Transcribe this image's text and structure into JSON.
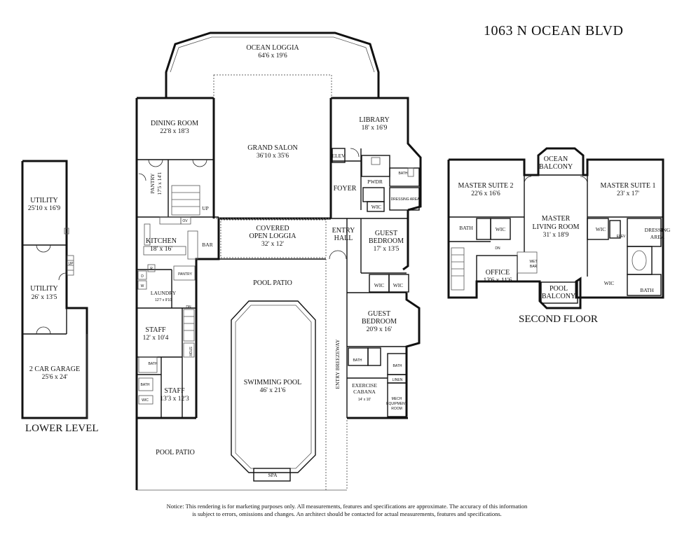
{
  "title": "1063 N OCEAN BLVD",
  "levels": {
    "lower": "LOWER LEVEL",
    "second": "SECOND FLOOR"
  },
  "notice": {
    "line1": "Notice: This rendering is for marketing purposes only. All measurements, features and specifications are approximate. The accuracy of this information",
    "line2": "is subject to errors, omissions and changes. An architect should be contacted for actual measurements, features and specifications."
  },
  "lower_level": {
    "utility1": {
      "name": "UTILITY",
      "dim": "25'10 x 16'9"
    },
    "utility2": {
      "name": "UTILITY",
      "dim": "26' x 13'5"
    },
    "garage": {
      "name": "2 CAR GARAGE",
      "dim": "25'6 x 24'"
    },
    "up": "UP"
  },
  "main_floor": {
    "ocean_loggia": {
      "name": "OCEAN LOGGIA",
      "dim": "64'6 x 19'6"
    },
    "dining_room": {
      "name": "DINING ROOM",
      "dim": "22'8 x 18'3"
    },
    "grand_salon": {
      "name": "GRAND SALON",
      "dim": "36'10 x 35'6"
    },
    "library": {
      "name": "LIBRARY",
      "dim": "18' x 16'9"
    },
    "elev": "ELEV",
    "pwdr": "PWDR",
    "bath": "BATH",
    "dressing_area": "DRESSING AREA",
    "wic": "WIC",
    "foyer": "FOYER",
    "pantry_main": {
      "name": "PANTRY",
      "dim": "17'5 x 14'1"
    },
    "up": "UP",
    "ov": "OV",
    "kitchen": {
      "name": "KITCHEN",
      "dim": "18' x 16'"
    },
    "bar": "BAR",
    "covered_loggia": {
      "line1": "COVERED",
      "line2": "OPEN LOGGIA",
      "dim": "32' x 12'"
    },
    "entry_hall": {
      "line1": "ENTRY",
      "line2": "HALL"
    },
    "guest_bedroom1": {
      "line1": "GUEST",
      "line2": "BEDROOM",
      "dim": "17' x 13'5"
    },
    "pantry_small": "PANTRY",
    "laundry": {
      "name": "LAUNDRY",
      "dim": "12'7 x 9'10"
    },
    "pool_patio_top": "POOL PATIO",
    "wic1": "WIC",
    "wic2": "WIC",
    "guest_bedroom2": {
      "line1": "GUEST",
      "line2": "BEDROOM",
      "dim": "20'9 x 16'"
    },
    "staff1": {
      "name": "STAFF",
      "dim": "12' x 10'4"
    },
    "dn": "DN",
    "stor": "STOR",
    "entry_breezeway": "ENTRY BREEZEWAY",
    "swimming_pool": {
      "name": "SWIMMING POOL",
      "dim": "46' x 21'6"
    },
    "bath_staff": "BATH",
    "staff2": {
      "name": "STAFF",
      "dim": "13'3 x 12'3"
    },
    "wic_staff": "WIC",
    "bath_cabana": "BATH",
    "bath_cabana2": "BATH",
    "linen": "LINEN",
    "exercise_cabana": {
      "line1": "EXERCISE",
      "line2": "CABANA",
      "dim": "14' x 10'"
    },
    "mech": {
      "line1": "MECH",
      "line2": "EQUIPMENT",
      "line3": "ROOM"
    },
    "pool_patio_bottom": "POOL PATIO",
    "spa": "SPA",
    "washer": "W",
    "dryer": "D",
    "fridge": "R"
  },
  "second_floor": {
    "ocean_balcony": {
      "line1": "OCEAN",
      "line2": "BALCONY"
    },
    "master_suite2": {
      "name": "MASTER SUITE 2",
      "dim": "22'6 x 16'6"
    },
    "master_suite1": {
      "name": "MASTER SUITE 1",
      "dim": "23' x 17'"
    },
    "master_living": {
      "line1": "MASTER",
      "line2": "LIVING ROOM",
      "dim": "31' x 18'9"
    },
    "bath_ms2": "BATH",
    "wic_ms2": "WIC",
    "wic_ms1": "WIC",
    "elev": "ELEV",
    "dressing": {
      "line1": "DRESSING",
      "line2": "AREA"
    },
    "dn": "DN",
    "wet_bar": {
      "line1": "WET",
      "line2": "BAR"
    },
    "office": {
      "name": "OFFICE",
      "dim": "13'6 x 11'6"
    },
    "pool_balcony": {
      "line1": "POOL",
      "line2": "BALCONY"
    },
    "wic_bottom": "WIC",
    "bath_ms1": "BATH"
  }
}
